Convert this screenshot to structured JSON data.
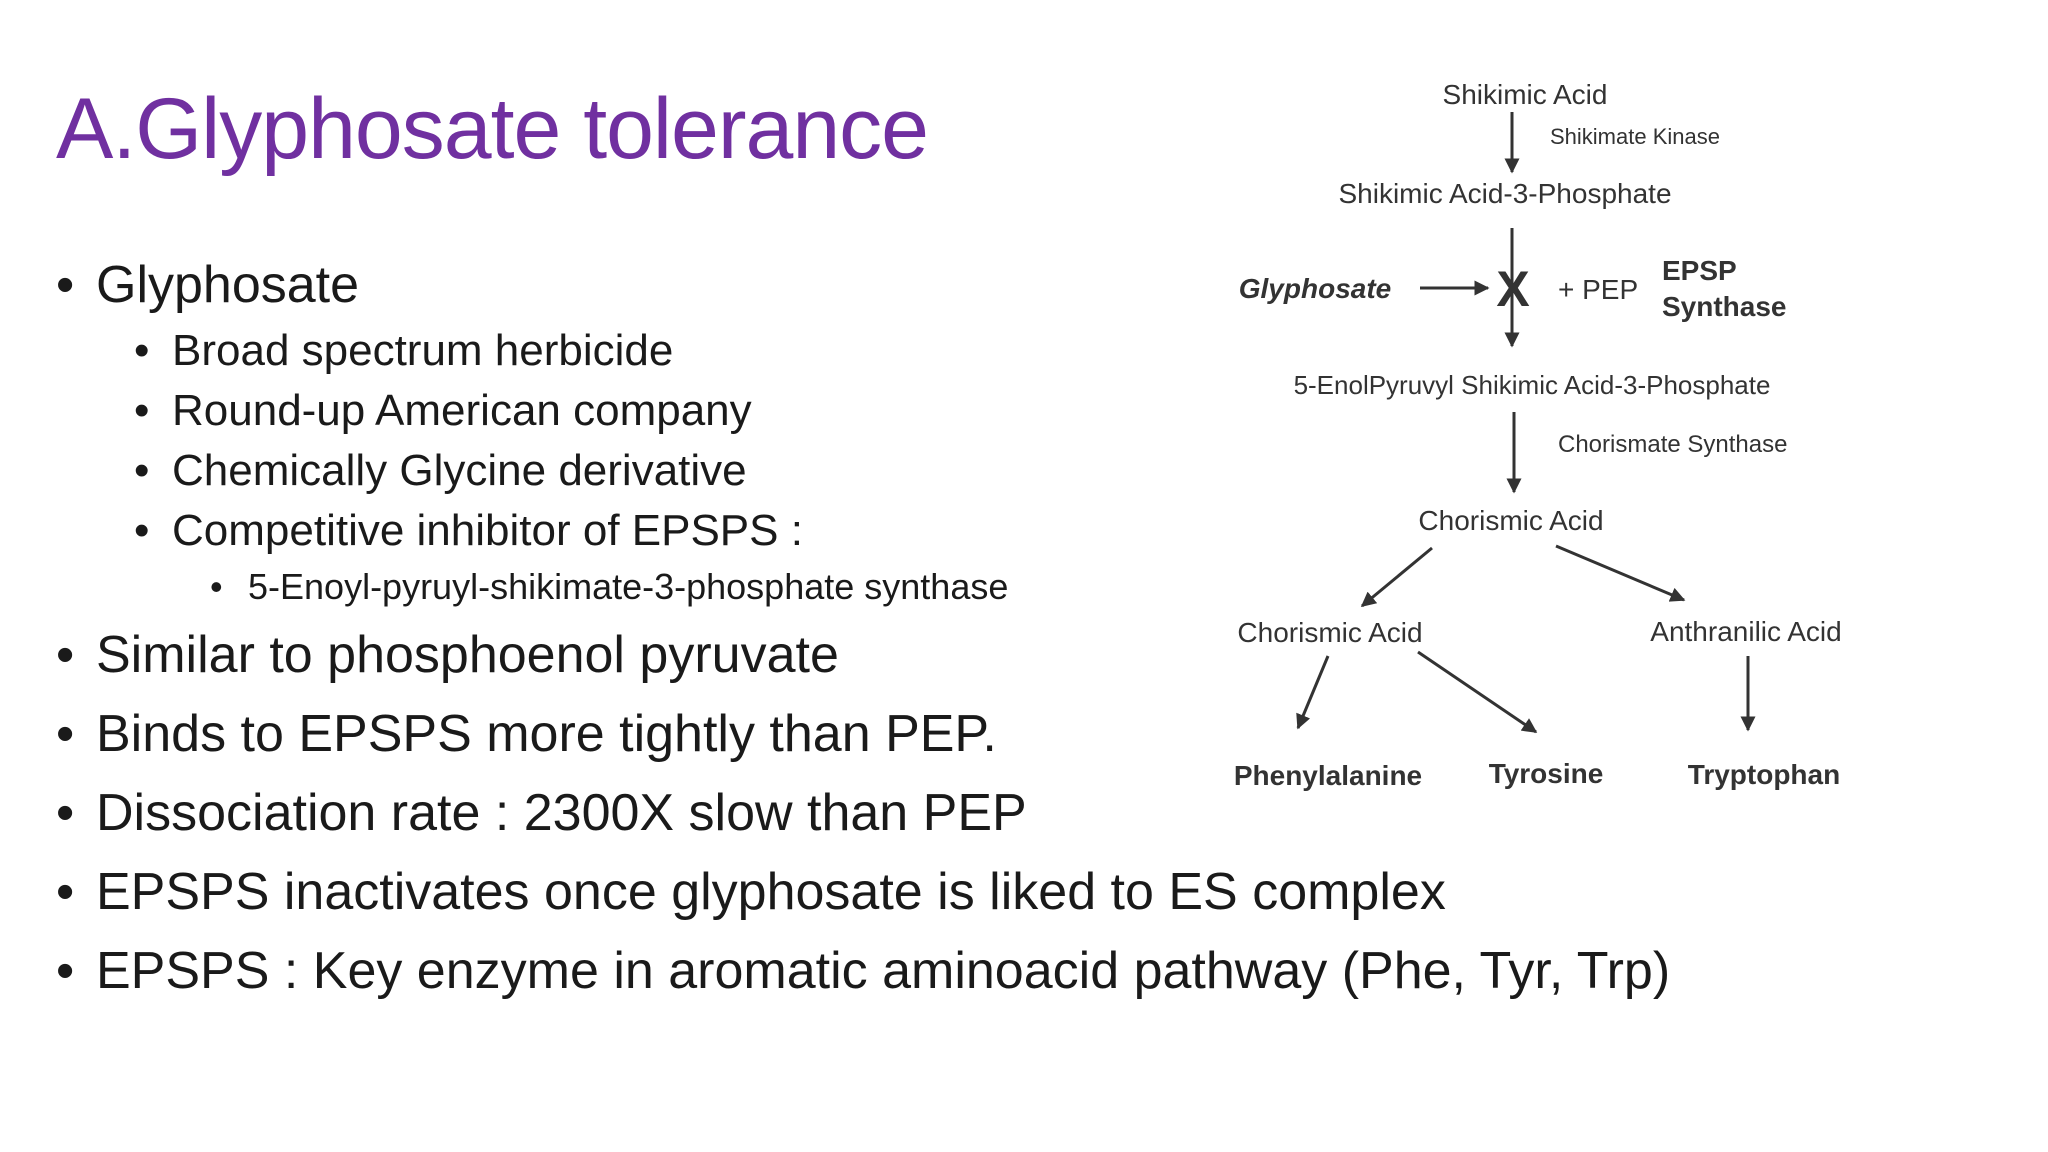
{
  "slide": {
    "title": "A.Glyphosate tolerance",
    "bullets": [
      {
        "text": "Glyphosate"
      },
      {
        "text": "Broad spectrum herbicide"
      },
      {
        "text": "Round-up American company"
      },
      {
        "text": "Chemically Glycine derivative"
      },
      {
        "text": "Competitive inhibitor of EPSPS :"
      },
      {
        "text": "5-Enoyl-pyruyl-shikimate-3-phosphate synthase"
      },
      {
        "text": "Similar to phosphoenol pyruvate"
      },
      {
        "text": "Binds to EPSPS more tightly than PEP."
      },
      {
        "text": "Dissociation rate : 2300X slow than PEP"
      },
      {
        "text": "EPSPS inactivates once glyphosate is liked to ES complex"
      },
      {
        "text": "EPSPS : Key enzyme in aromatic aminoacid pathway (Phe, Tyr, Trp)"
      }
    ]
  },
  "pathway": {
    "shikimic_acid": "Shikimic Acid",
    "shikimate_kinase": "Shikimate Kinase",
    "shikimic_acid_3_phosphate": "Shikimic Acid-3-Phosphate",
    "glyphosate": "Glyphosate",
    "block_mark": "X",
    "pep": "+ PEP",
    "epsp_line1": "EPSP",
    "epsp_line2": "Synthase",
    "enolpyruvyl": "5-EnolPyruvyl Shikimic Acid-3-Phosphate",
    "chorismate_synthase": "Chorismate Synthase",
    "chorismic_acid": "Chorismic Acid",
    "chorismic_acid_branch": "Chorismic Acid",
    "anthranilic_acid": "Anthranilic Acid",
    "phenylalanine": "Phenylalanine",
    "tyrosine": "Tyrosine",
    "tryptophan": "Tryptophan"
  }
}
